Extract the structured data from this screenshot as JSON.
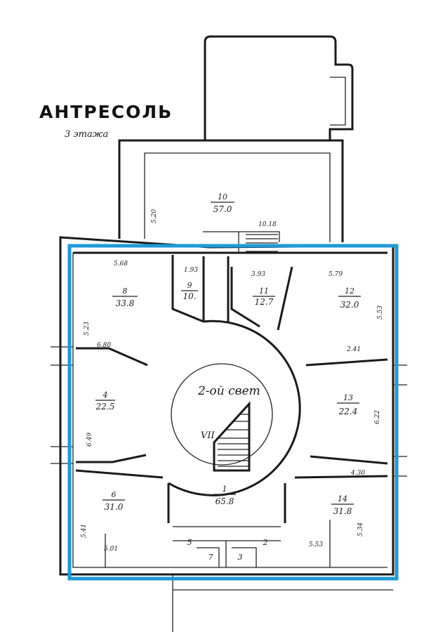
{
  "plan": {
    "title": "АНТРЕСОЛЬ",
    "subtitle": "3 этажа",
    "center_label": "2-ой свет",
    "stair_mark": "VII",
    "highlight_color": "#1e9ad6",
    "rooms": [
      {
        "id": "10",
        "area": "57.0"
      },
      {
        "id": "8",
        "area": "33.8"
      },
      {
        "id": "9",
        "area": "10."
      },
      {
        "id": "11",
        "area": "12.7"
      },
      {
        "id": "12",
        "area": "32.0"
      },
      {
        "id": "4",
        "area": "22.5"
      },
      {
        "id": "13",
        "area": "22.4"
      },
      {
        "id": "6",
        "area": "31.0"
      },
      {
        "id": "1",
        "area": "65.8"
      },
      {
        "id": "14",
        "area": "31.8"
      },
      {
        "id": "5",
        "area": ""
      },
      {
        "id": "2",
        "area": ""
      },
      {
        "id": "7",
        "area": ""
      },
      {
        "id": "3",
        "area": ""
      }
    ],
    "dimensions": [
      "5.20",
      "10.18",
      "5.68",
      "1.93",
      "3.93",
      "5.79",
      "5.53",
      "5.23",
      "6.80",
      "2.41",
      "6.49",
      "6.22",
      "4.30",
      "5.41",
      "5.01",
      "5.53",
      "5.34"
    ]
  }
}
